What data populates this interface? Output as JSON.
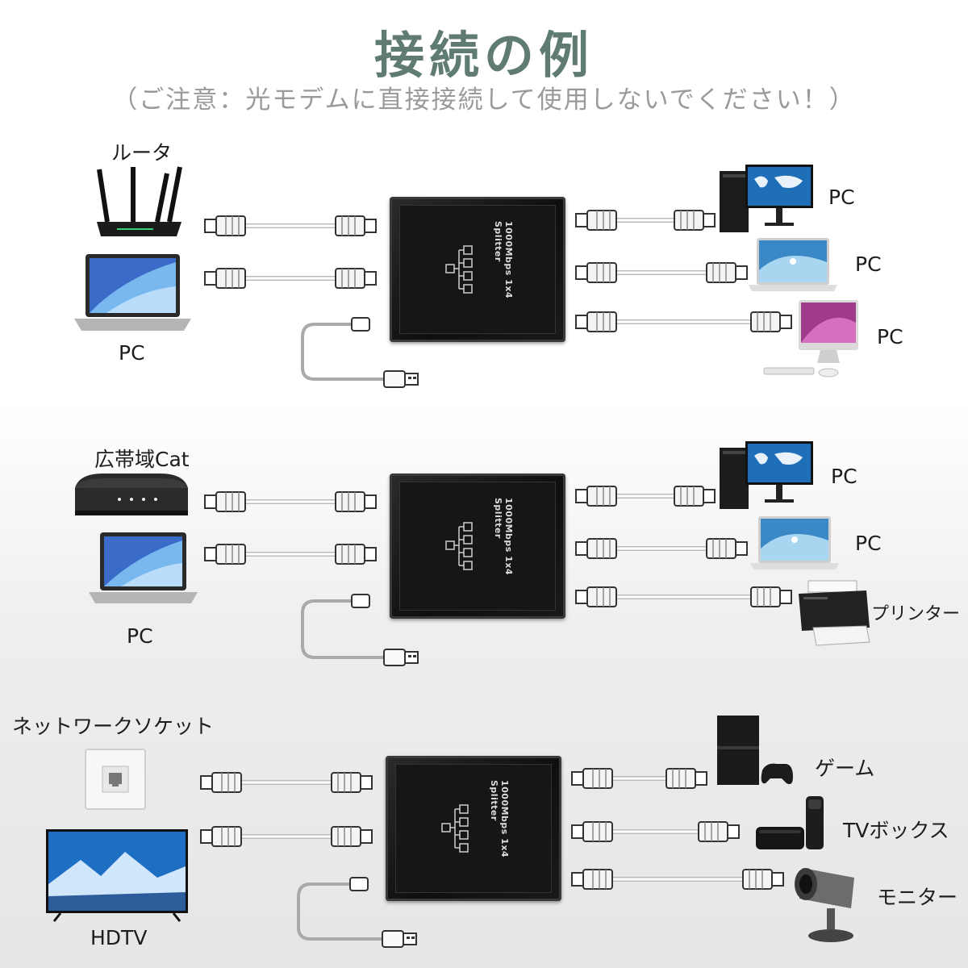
{
  "header": {
    "title": "接続の例",
    "subtitle": "（ご注意：光モデムに直接接続して使用しないでください！）"
  },
  "splitter_label": "1000Mbps 1x4 Splitter",
  "examples": [
    {
      "inputs": [
        "ルータ",
        "PC"
      ],
      "outputs": [
        "PC",
        "PC",
        "PC"
      ]
    },
    {
      "inputs": [
        "広帯域Cat",
        "PC"
      ],
      "outputs": [
        "PC",
        "PC",
        "プリンター"
      ]
    },
    {
      "inputs": [
        "ネットワークソケット",
        "HDTV"
      ],
      "outputs": [
        "ゲーム",
        "TVボックス",
        "モニター"
      ]
    }
  ],
  "colors": {
    "title": "#5f7b74",
    "subtitle": "#9a9a9a",
    "splitter": "#151515",
    "cable": "#dcdcdc"
  },
  "icons": [
    "router-icon",
    "laptop-icon",
    "desktop-pc-icon",
    "imac-icon",
    "modem-icon",
    "printer-icon",
    "wall-socket-icon",
    "tv-icon",
    "game-console-icon",
    "tv-box-icon",
    "camera-icon",
    "usb-cable-icon",
    "ethernet-cable-icon"
  ]
}
